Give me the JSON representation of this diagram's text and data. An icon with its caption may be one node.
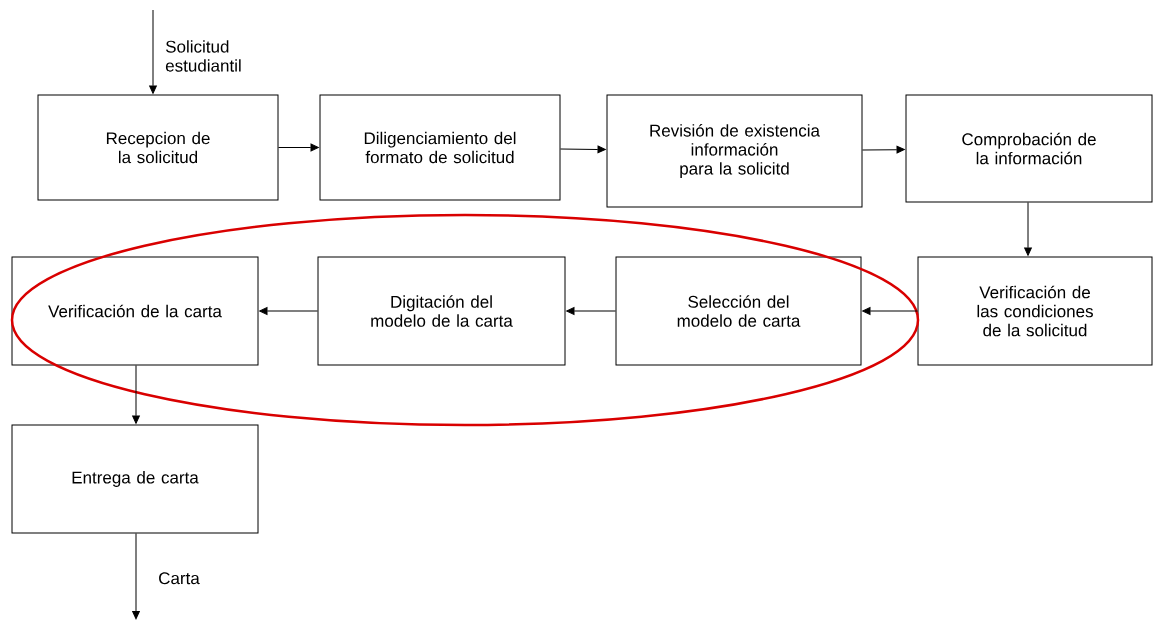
{
  "diagram": {
    "nodes": [
      {
        "text": [
          "Recepcion de la solicitud"
        ]
      },
      {
        "text": [
          "Diligenciamiento del formato de solicitud"
        ]
      },
      {
        "text": [
          "Revisión de existencia información para la solicitd"
        ]
      },
      {
        "text": [
          "Comprobación de la información"
        ]
      },
      {
        "text": [
          "Verificación de las condiciones de la solicitud"
        ]
      },
      {
        "text": [
          "Selección del modelo de carta"
        ]
      },
      {
        "text": [
          "Digitación del modelo de la carta"
        ]
      },
      {
        "text": [
          "Verificación de la carta"
        ]
      },
      {
        "text": [
          "Entrega de carta"
        ]
      }
    ],
    "edges": [
      {
        "from": null,
        "to": 0,
        "arrow": "to",
        "label": "Solicitud estudiantil"
      },
      {
        "from": 0,
        "to": 1,
        "arrow": "to"
      },
      {
        "from": 1,
        "to": 2,
        "arrow": "to"
      },
      {
        "from": 2,
        "to": 3,
        "arrow": "to"
      },
      {
        "from": 3,
        "to": 4,
        "arrow": "to"
      },
      {
        "from": 4,
        "to": 5,
        "arrow": "to"
      },
      {
        "from": 5,
        "to": 6,
        "arrow": "to"
      },
      {
        "from": 6,
        "to": 7,
        "arrow": "to"
      },
      {
        "from": 7,
        "to": 8,
        "arrow": "to"
      },
      {
        "from": 8,
        "to": null,
        "arrow": "to",
        "label": "Carta"
      }
    ]
  }
}
